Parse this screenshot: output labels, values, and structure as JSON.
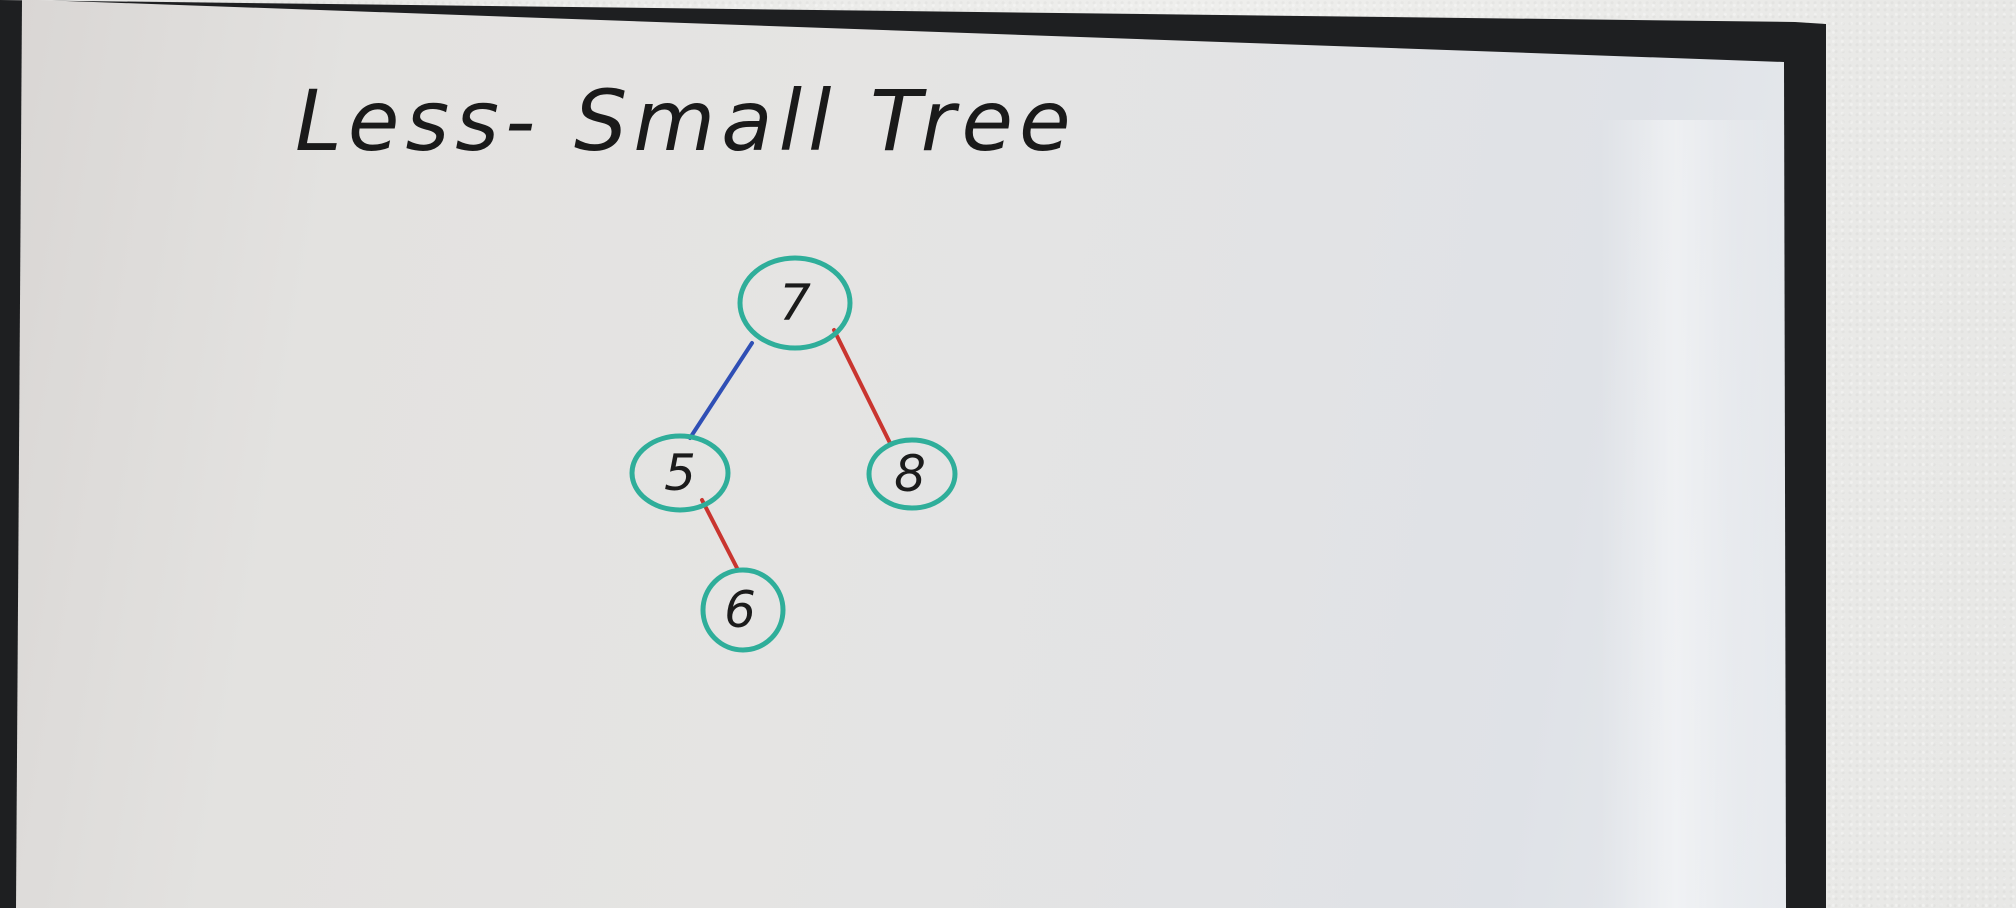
{
  "title": "Less- Small Tree",
  "nodes": [
    {
      "id": "7",
      "label": "7"
    },
    {
      "id": "5",
      "label": "5"
    },
    {
      "id": "8",
      "label": "8"
    },
    {
      "id": "6",
      "label": "6"
    }
  ],
  "edges": [
    {
      "from": "7",
      "to": "5",
      "color": "#2f4fb5"
    },
    {
      "from": "7",
      "to": "8",
      "color": "#c9352f"
    },
    {
      "from": "5",
      "to": "6",
      "color": "#c9352f"
    }
  ],
  "colors": {
    "node_outline": "#2fae9a",
    "marker_ink": "#1b1b1b"
  }
}
